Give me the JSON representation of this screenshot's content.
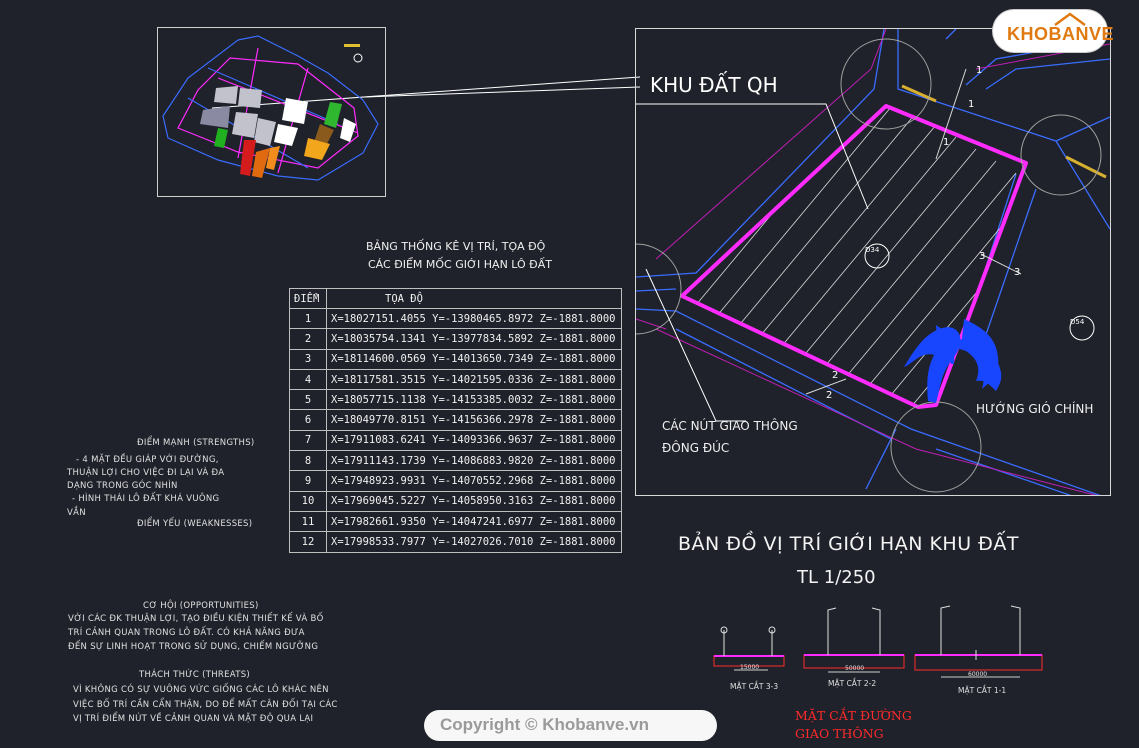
{
  "logo": {
    "text": "KHOBANVE",
    "accent": "#e07a10"
  },
  "detail_view": {
    "title": "KHU ĐẤT QH",
    "traffic_note_line1": "CÁC NÚT GIAO THÔNG",
    "traffic_note_line2": "ĐÔNG ĐÚC",
    "wind_label": "HƯỚNG GIÓ CHÍNH",
    "block_tag": "D34",
    "block_tag_right": "D54",
    "section_marks": [
      "1",
      "1",
      "1",
      "3",
      "3",
      "2",
      "2"
    ],
    "boundary_color": "#ff2bff"
  },
  "table": {
    "title_line1": "BẢNG THỐNG KÊ VỊ TRÍ, TỌA ĐỘ",
    "title_line2": "CÁC ĐIỂM MỐC GIỚI HẠN LÔ ĐẤT",
    "col_point": "ĐIỂM",
    "col_coord": "TỌA ĐỘ",
    "rows": [
      {
        "point": "1",
        "coord": "X=18027151.4055  Y=-13980465.8972  Z=-1881.8000"
      },
      {
        "point": "2",
        "coord": "X=18035754.1341  Y=-13977834.5892  Z=-1881.8000"
      },
      {
        "point": "3",
        "coord": "X=18114600.0569  Y=-14013650.7349  Z=-1881.8000"
      },
      {
        "point": "4",
        "coord": "X=18117581.3515  Y=-14021595.0336  Z=-1881.8000"
      },
      {
        "point": "5",
        "coord": "X=18057715.1138  Y=-14153385.0032  Z=-1881.8000"
      },
      {
        "point": "6",
        "coord": "X=18049770.8151  Y=-14156366.2978  Z=-1881.8000"
      },
      {
        "point": "7",
        "coord": "X=17911083.6241  Y=-14093366.9637  Z=-1881.8000"
      },
      {
        "point": "8",
        "coord": "X=17911143.1739  Y=-14086883.9820  Z=-1881.8000"
      },
      {
        "point": "9",
        "coord": "X=17948923.9931  Y=-14070552.2968  Z=-1881.8000"
      },
      {
        "point": "10",
        "coord": "X=17969045.5227  Y=-14058950.3163  Z=-1881.8000"
      },
      {
        "point": "11",
        "coord": "X=17982661.9350  Y=-14047241.6977  Z=-1881.8000"
      },
      {
        "point": "12",
        "coord": "X=17998533.7977  Y=-14027026.7010  Z=-1881.8000"
      }
    ]
  },
  "swot": {
    "strengths_title": "ĐIỂM MẠNH (STRENGTHS)",
    "strengths_1": "- 4 MẶT ĐỀU GIÁP VỚI ĐƯỜNG,",
    "strengths_2": "THUẬN LỢI CHO VIỆC ĐI LẠI VÀ ĐA",
    "strengths_3": "DẠNG TRONG GÓC NHÌN",
    "strengths_4": "- HÌNH THÁI LÔ ĐẤT KHÁ VUÔNG",
    "strengths_5": "VẮN",
    "weaknesses_title": "ĐIỂM YẾU (WEAKNESSES)",
    "opportunities_title": "CƠ HỘI (OPPORTUNITIES)",
    "opportunities_1": "VỚI CÁC ĐK THUẬN LỢI, TẠO ĐIỀU KIỆN THIẾT KẾ VÀ BỐ",
    "opportunities_2": "TRÍ CẢNH QUAN TRONG LÔ ĐẤT. CÓ KHẢ NĂNG ĐƯA",
    "opportunities_3": "ĐẾN SỰ LINH HOẠT TRONG SỬ DỤNG, CHIẾM NGƯỠNG",
    "threats_title": "THÁCH THỨC (THREATS)",
    "threats_1": "VÌ KHÔNG CÓ SỰ VUÔNG VỨC GIỐNG CÁC LÔ KHÁC NÊN",
    "threats_2": "VIỆC BỐ TRÍ CẦN CẨN THẬN, DO ĐỂ MẤT CÂN ĐỐI TẠI CÁC",
    "threats_3": "VỊ TRÍ ĐIỂM NÚT VỀ CẢNH QUAN VÀ MẶT ĐỘ QUA LẠI"
  },
  "map_title": "BẢN ĐỒ VỊ TRÍ GIỚI HẠN KHU ĐẤT",
  "map_scale": "TL 1/250",
  "sections": {
    "s33_label": "MẶT CẮT 3-3",
    "s33_width": "15000",
    "s22_label": "MẶT CẮT 2-2",
    "s22_width": "50000",
    "s11_label": "MẶT CẮT 1-1",
    "s11_width": "60000",
    "red_title_1": "MẶT CẮT ĐƯỜNG",
    "red_title_2": "GIAO THÔNG"
  },
  "copyright": "Copyright © Khobanve.vn",
  "colors": {
    "background": "#1f222a",
    "magenta": "#ff2bff",
    "road_blue": "#3a6cff",
    "wind_blue": "#1846ff",
    "section_red": "#ff2a2a"
  }
}
